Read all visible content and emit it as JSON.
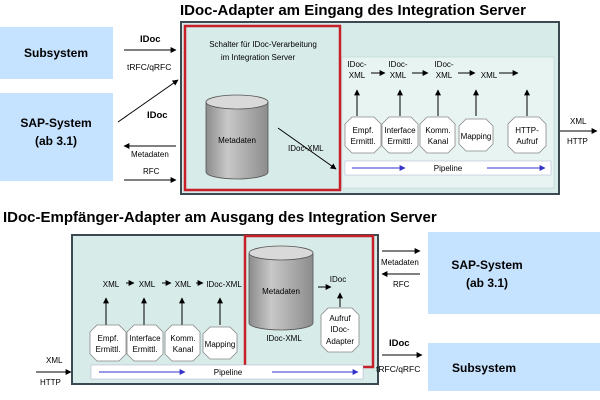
{
  "top": {
    "title": "IDoc-Adapter am Eingang des Integration Server",
    "subsystem": "Subsystem",
    "sap_line1": "SAP-System",
    "sap_line2": "(ab 3.1)",
    "idoc_top": "IDoc",
    "trfc": "tRFC/qRFC",
    "idoc_mid": "IDoc",
    "metadaten_label": "Metadaten",
    "rfc": "RFC",
    "schalter_line1": "Schalter für IDoc-Verarbeitung",
    "schalter_line2": "im Integration Server",
    "cylinder": "Metadaten",
    "idoc_xml_diag": "IDoc-XML",
    "stages": [
      {
        "hdr1": "IDoc-",
        "hdr2": "XML",
        "box1": "Empf.",
        "box2": "Ermittl."
      },
      {
        "hdr1": "IDoc-",
        "hdr2": "XML",
        "box1": "Interface",
        "box2": "Ermittl."
      },
      {
        "hdr1": "IDoc-",
        "hdr2": "XML",
        "box1": "Komm.",
        "box2": "Kanal"
      },
      {
        "hdr1": "",
        "hdr2": "XML",
        "box1": "Mapping",
        "box2": ""
      },
      {
        "hdr1": "",
        "hdr2": "",
        "box1": "HTTP-",
        "box2": "Aufruf"
      }
    ],
    "pipeline": "Pipeline",
    "out1": "XML",
    "out2": "HTTP"
  },
  "bottom": {
    "title": "IDoc-Empfänger-Adapter am Ausgang des Integration Server",
    "stages": [
      {
        "hdr": "XML",
        "box1": "Empf.",
        "box2": "Ermittl."
      },
      {
        "hdr": "XML",
        "box1": "Interface",
        "box2": "Ermittl."
      },
      {
        "hdr": "XML",
        "box1": "Komm.",
        "box2": "Kanal"
      },
      {
        "hdr": "IDoc-XML",
        "box1": "Mapping",
        "box2": ""
      }
    ],
    "cylinder": "Metadaten",
    "idoc_xml": "IDoc-XML",
    "idoc_red": "IDoc",
    "aufruf1": "Aufruf",
    "aufruf2": "IDoc-",
    "aufruf3": "Adapter",
    "pipeline": "Pipeline",
    "in1": "XML",
    "in2": "HTTP",
    "metadaten_label": "Metadaten",
    "rfc": "RFC",
    "idoc_label": "IDoc",
    "trfc": "tRFC/qRFC",
    "sap_line1": "SAP-System",
    "sap_line2": "(ab 3.1)",
    "subsystem": "Subsystem"
  },
  "colors": {
    "light_blue": "#c5e2ff",
    "panel_green": "#d7ebe8",
    "red": "#c8202a",
    "arrow_blue": "#3333cc",
    "cylinder": "#b3b3b3"
  }
}
